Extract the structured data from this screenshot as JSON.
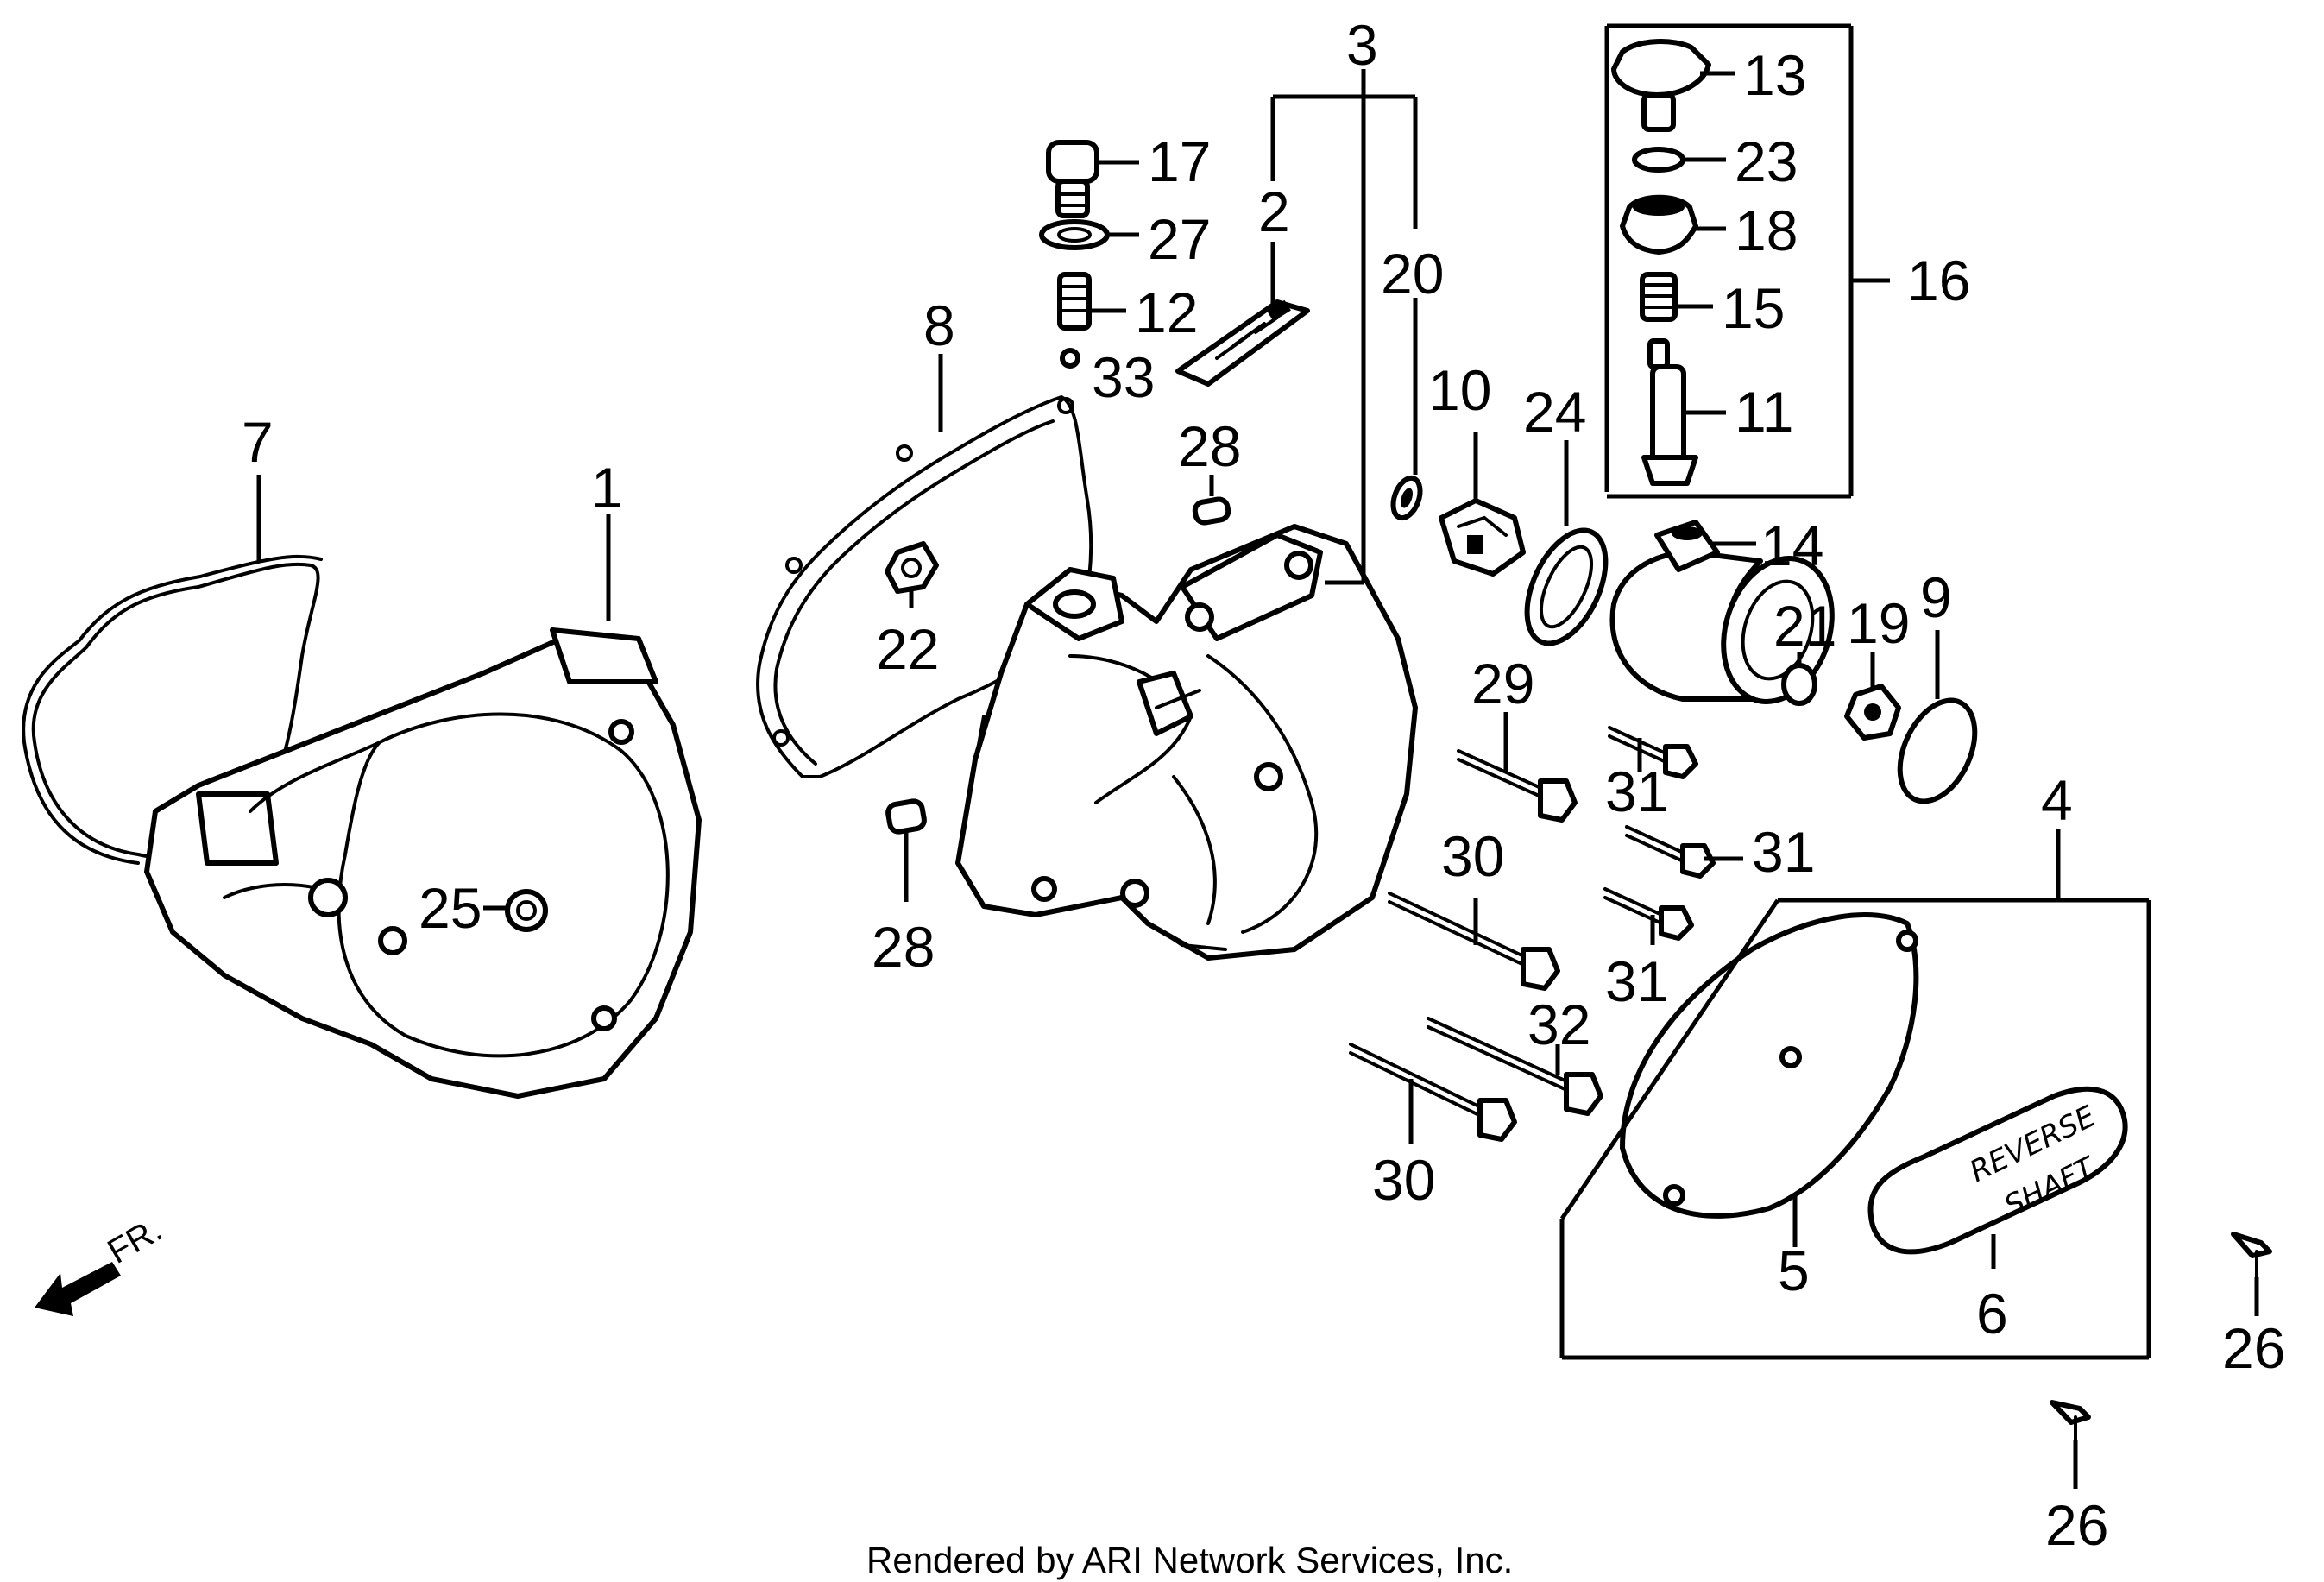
{
  "callouts": {
    "p1": "1",
    "p2": "2",
    "p3": "3",
    "p4": "4",
    "p5": "5",
    "p6": "6",
    "p7": "7",
    "p8": "8",
    "p9": "9",
    "p10": "10",
    "p11": "11",
    "p12": "12",
    "p13": "13",
    "p14": "14",
    "p15": "15",
    "p16": "16",
    "p17": "17",
    "p18": "18",
    "p19": "19",
    "p20": "20",
    "p21": "21",
    "p22": "22",
    "p23": "23",
    "p24": "24",
    "p25": "25",
    "p26a": "26",
    "p26b": "26",
    "p27": "27",
    "p28a": "28",
    "p28b": "28",
    "p29": "29",
    "p30a": "30",
    "p30b": "30",
    "p31a": "31",
    "p31b": "31",
    "p31c": "31",
    "p32": "32",
    "p33": "33"
  },
  "cover_text": {
    "line1": "REVERSE",
    "line2": "SHAFT"
  },
  "direction_arrow": {
    "label": "FR.",
    "icon": "front-direction-arrow-icon"
  },
  "footer": {
    "credit": "Rendered by ARI Network Services, Inc."
  }
}
